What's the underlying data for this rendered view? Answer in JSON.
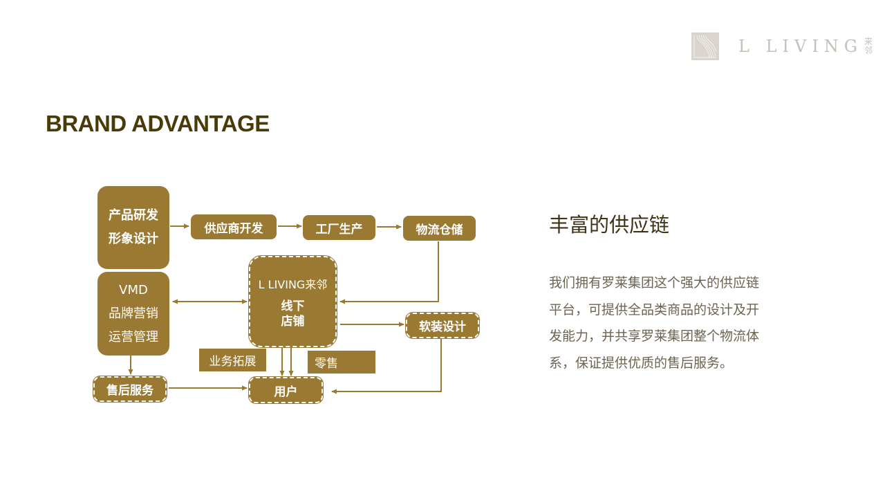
{
  "logo": {
    "mark_icon": "l-living-logo-mark",
    "name": "L LIVING",
    "cn": "来邻"
  },
  "page_title": "BRAND ADVANTAGE",
  "diagram": {
    "nodes": {
      "product_dev": [
        "产品研发",
        "形象设计"
      ],
      "supplier_dev": "供应商开发",
      "factory": "工厂生产",
      "logistics": "物流仓储",
      "vmd": [
        "VMD",
        "品牌营销",
        "运营管理"
      ],
      "store_brand": "L LIVING来邻",
      "store": [
        "线下",
        "店铺"
      ],
      "soft_design": "软装设计",
      "after_sales": "售后服务",
      "biz_expand": "业务拓展",
      "retail": "零售",
      "user": "用户"
    },
    "colors": {
      "box": "#9a7a32",
      "line": "#9a7a32",
      "title": "#4a3a08"
    }
  },
  "right_panel": {
    "heading": "丰富的供应链",
    "lines": [
      "我们拥有罗莱集团这个强大的供应链",
      "平台，可提供全品类商品的设计及开",
      "发能力，并共享罗莱集团整个物流体",
      "系，保证提供优质的售后服务。"
    ]
  }
}
